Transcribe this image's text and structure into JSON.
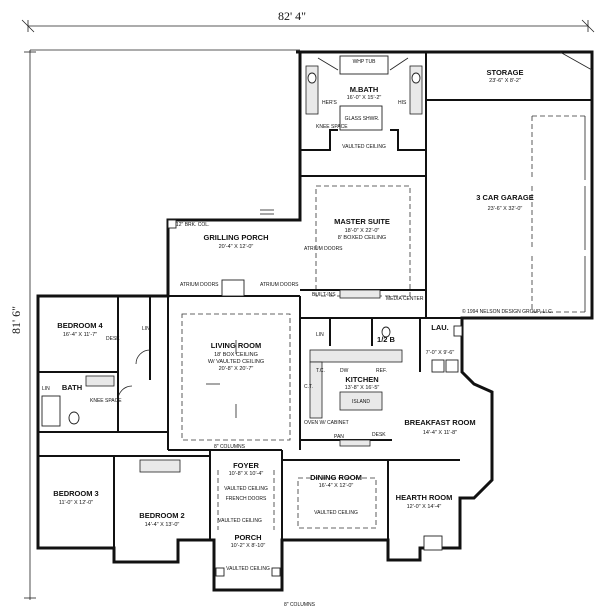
{
  "dimensions": {
    "overall_width": "82' 4\"",
    "overall_depth": "81' 6\""
  },
  "rooms": {
    "storage": {
      "name": "STORAGE",
      "size": "23'-6\" X 8'-2\""
    },
    "master_bath": {
      "name": "M.BATH",
      "size": "16'-0\" X 15'-2\""
    },
    "garage": {
      "name": "3 CAR GARAGE",
      "size": "23'-6\" X 32'-0\""
    },
    "master_suite": {
      "name": "MASTER SUITE",
      "size": "18'-0\" X 22'-0\"",
      "note": "8' BOXED CEILING"
    },
    "grilling_porch": {
      "name": "GRILLING PORCH",
      "size": "20'-4\" X 12'-0\""
    },
    "bedroom4": {
      "name": "BEDROOM 4",
      "size": "16'-4\" X 11'-7\""
    },
    "living_room": {
      "name": "LIVING ROOM",
      "size": "20'-8\" X 20'-7\"",
      "note1": "18' BOX CEILING",
      "note2": "W/ VAULTED CEILING"
    },
    "bath": {
      "name": "BATH"
    },
    "kitchen": {
      "name": "KITCHEN",
      "size": "13'-8\" X 16'-5\""
    },
    "breakfast": {
      "name": "BREAKFAST ROOM",
      "size": "14'-4\" X 11'-8\""
    },
    "half_bath": {
      "name": "1/2 B"
    },
    "laundry": {
      "name": "LAU.",
      "size": "7'-0\" X 9'-6\""
    },
    "foyer": {
      "name": "FOYER",
      "size": "10'-8\" X 10'-4\""
    },
    "dining_room": {
      "name": "DINING ROOM",
      "size": "16'-4\" X 12'-0\""
    },
    "bedroom3": {
      "name": "BEDROOM 3",
      "size": "11'-0\" X 12'-0\""
    },
    "bedroom2": {
      "name": "BEDROOM 2",
      "size": "14'-4\" X 13'-0\""
    },
    "hearth_room": {
      "name": "HEARTH ROOM",
      "size": "12'-0\" X 14'-4\""
    },
    "porch": {
      "name": "PORCH",
      "size": "10'-2\" X 8'-10\""
    }
  },
  "labels": {
    "whp_tub": "WHP TUB",
    "hers": "HER'S",
    "his": "HIS",
    "glass_shwr": "GLASS SHWR.",
    "knee_space": "KNEE SPACE",
    "vaulted_ceiling": "VAULTED CEILING",
    "atrium_doors": "ATRIUM DOORS",
    "built_ins": "BUILT-INS",
    "media_center": "MEDIA CENTER",
    "copyright": "© 1994 NELSON DESIGN GROUP, LLC.",
    "brk_col": "12\" BRK. COL.",
    "desk": "DESK",
    "lin": "LIN",
    "pan": "PAN",
    "tc": "T.C.",
    "dw": "DW",
    "ref": "REF.",
    "island": "ISLAND",
    "oven": "OVEN W/ CABINET",
    "columns": "8\" COLUMNS",
    "french_doors": "FRENCH DOORS",
    "cc": "C.T."
  }
}
